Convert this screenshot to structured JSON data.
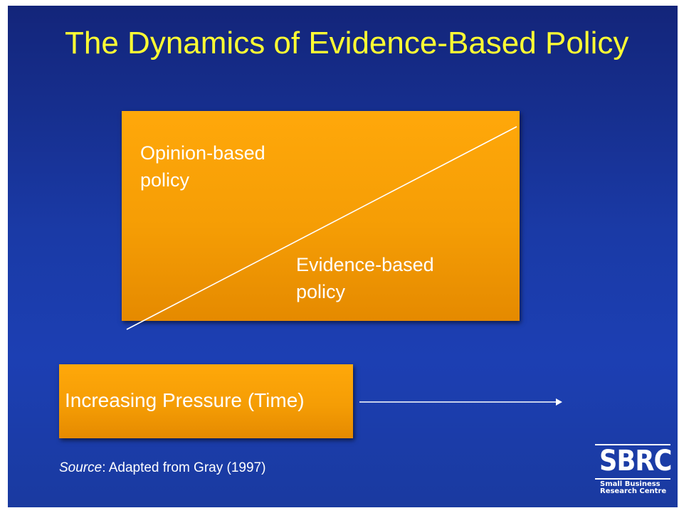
{
  "slide": {
    "title": "The Dynamics of Evidence-Based Policy",
    "diagram": {
      "opinion_label": "Opinion-based\npolicy",
      "evidence_label": "Evidence-based\npolicy",
      "pressure_label": "Increasing  Pressure (Time)"
    },
    "source": {
      "prefix": "Source",
      "text": ": Adapted from Gray  (1997)"
    },
    "logo": {
      "name": "SBRC",
      "subtitle": "Small Business\nResearch Centre"
    }
  },
  "colors": {
    "background": "#1a3aa6",
    "title": "#ffff33",
    "box": "#f59d05",
    "text": "#ffffff"
  }
}
